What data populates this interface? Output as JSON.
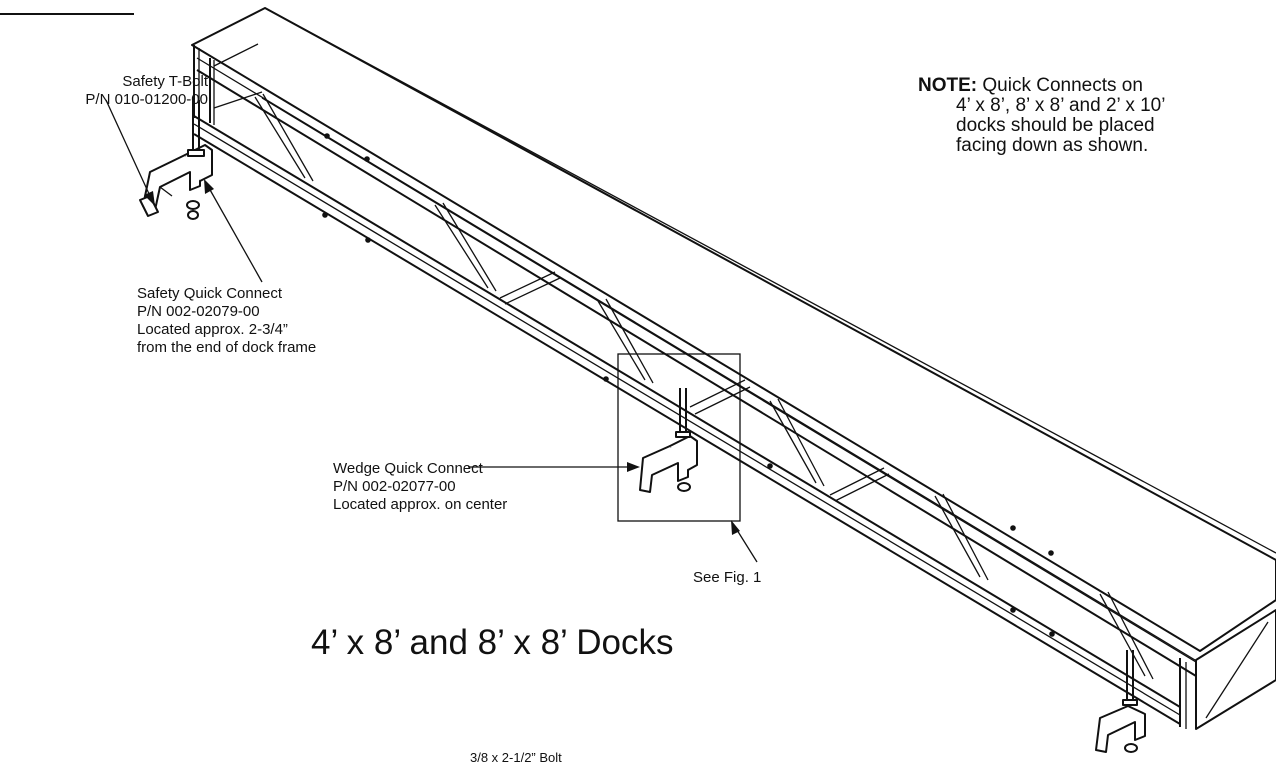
{
  "labels": {
    "safety_tbolt": {
      "name": "Safety T-Bolt",
      "pn": "P/N 010-01200-00"
    },
    "safety_quick_connect": {
      "name": "Safety Quick Connect",
      "pn": "P/N 002-02079-00",
      "location_1": "Located approx. 2-3/4”",
      "location_2": "from the end of dock frame"
    },
    "wedge_quick_connect": {
      "name": "Wedge Quick Connect",
      "pn": "P/N 002-02077-00",
      "location": "Located approx. on center"
    },
    "see_fig": "See Fig. 1",
    "bolt_partial": "3/8 x 2-1/2” Bolt"
  },
  "note": {
    "prefix": "NOTE:",
    "line_1": " Quick Connects on",
    "line_2": "4’ x 8’, 8’ x 8’ and 2’ x 10’",
    "line_3": "docks should be placed",
    "line_4": "facing down as shown."
  },
  "heading": "4’ x 8’ and 8’ x 8’ Docks",
  "colors": {
    "ink": "#111111",
    "background": "#ffffff"
  }
}
